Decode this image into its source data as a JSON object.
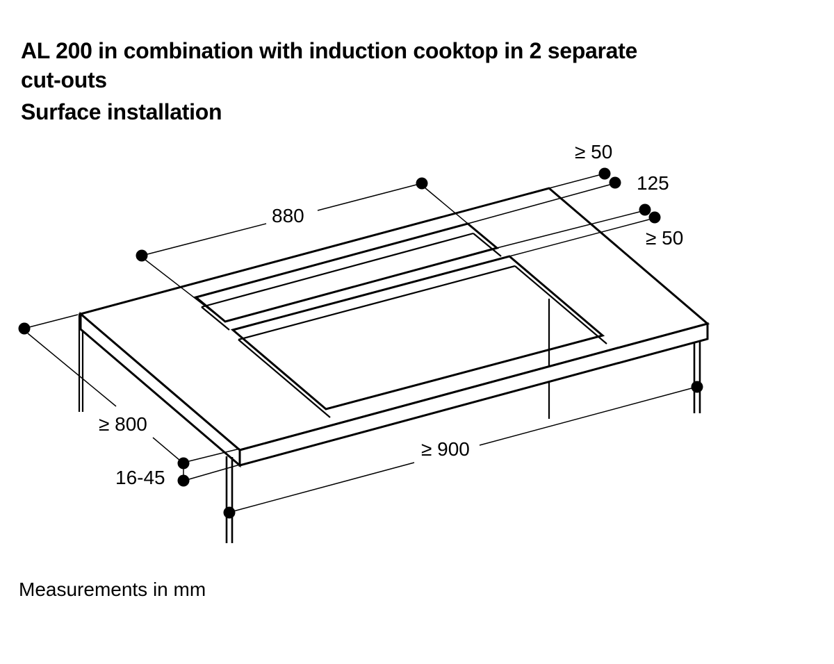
{
  "page": {
    "background": "#ffffff",
    "line_color": "#000000"
  },
  "header": {
    "title_line1": "AL 200 in combination with induction cooktop in 2 separate",
    "title_line2": "cut-outs",
    "subtitle": "Surface installation"
  },
  "dimensions": {
    "back_clearance": "≥ 50",
    "slot_depth": "125",
    "front_clearance": "≥ 50",
    "cutout_width": "880",
    "worktop_height": "≥ 800",
    "worktop_thickness": "16-45",
    "niche_width": "≥ 900"
  },
  "footer": {
    "note": "Measurements in mm"
  }
}
